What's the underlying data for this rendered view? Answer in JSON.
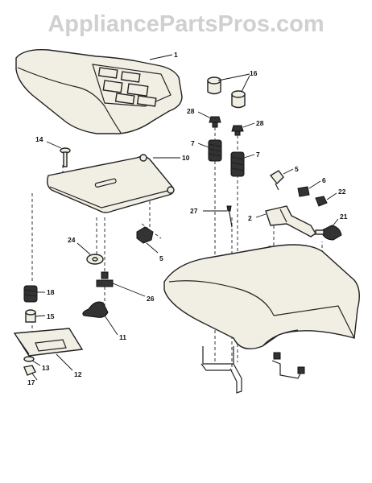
{
  "watermark": "AppliancePartsPros.com",
  "callouts": {
    "c1": "1",
    "c16": "16",
    "c28a": "28",
    "c28b": "28",
    "c7a": "7",
    "c7b": "7",
    "c14": "14",
    "c10": "10",
    "c5a": "5",
    "c6": "6",
    "c22": "22",
    "c27": "27",
    "c2": "2",
    "c21": "21",
    "c24": "24",
    "c5b": "5",
    "c18": "18",
    "c26": "26",
    "c15": "15",
    "c11": "11",
    "c13": "13",
    "c12": "12",
    "c17": "17"
  }
}
